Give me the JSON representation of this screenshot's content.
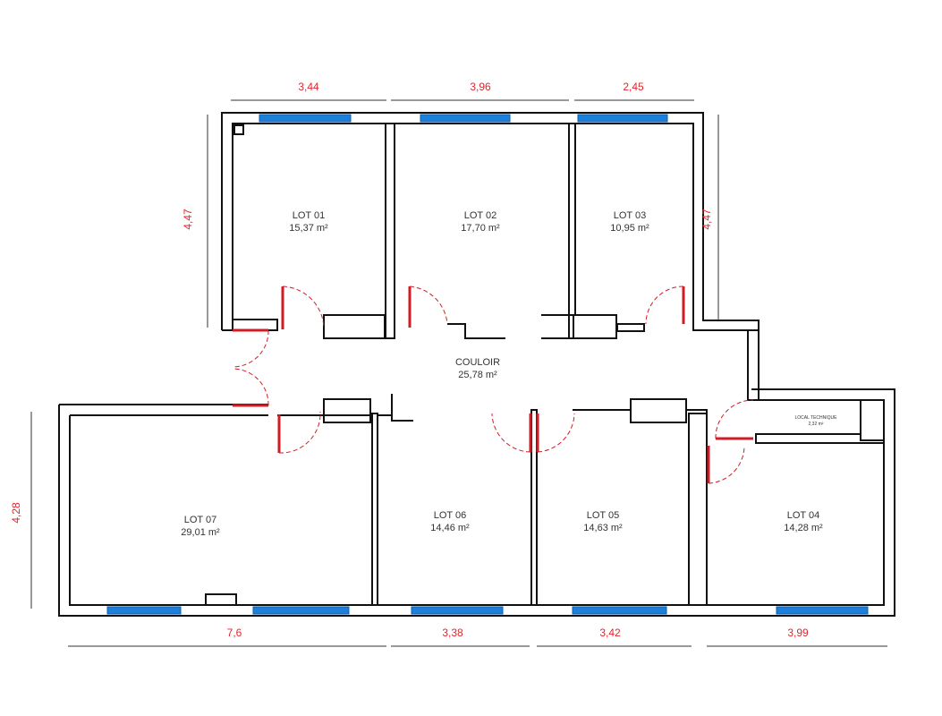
{
  "rooms": [
    {
      "name": "LOT 01",
      "area": "15,37 m²"
    },
    {
      "name": "LOT 02",
      "area": "17,70 m²"
    },
    {
      "name": "LOT 03",
      "area": "10,95 m²"
    },
    {
      "name": "LOT 04",
      "area": "14,28 m²"
    },
    {
      "name": "LOT 05",
      "area": "14,63 m²"
    },
    {
      "name": "LOT 06",
      "area": "14,46 m²"
    },
    {
      "name": "LOT 07",
      "area": "29,01 m²"
    },
    {
      "name": "COULOIR",
      "area": "25,78 m²"
    },
    {
      "name": "LOCAL TECHNIQUE",
      "area": "2,32 m²"
    }
  ],
  "dimensions": {
    "top": [
      "3,44",
      "3,96",
      "2,45"
    ],
    "left_upper": "4,47",
    "right_upper": "4,47",
    "left_lower": "4,28",
    "bottom": [
      "7,6",
      "3,38",
      "3,42",
      "3,99"
    ]
  },
  "colors": {
    "dimension": "#e0262c",
    "window": "#1e7fd8",
    "door": "#d01c24",
    "wall": "#111111"
  }
}
